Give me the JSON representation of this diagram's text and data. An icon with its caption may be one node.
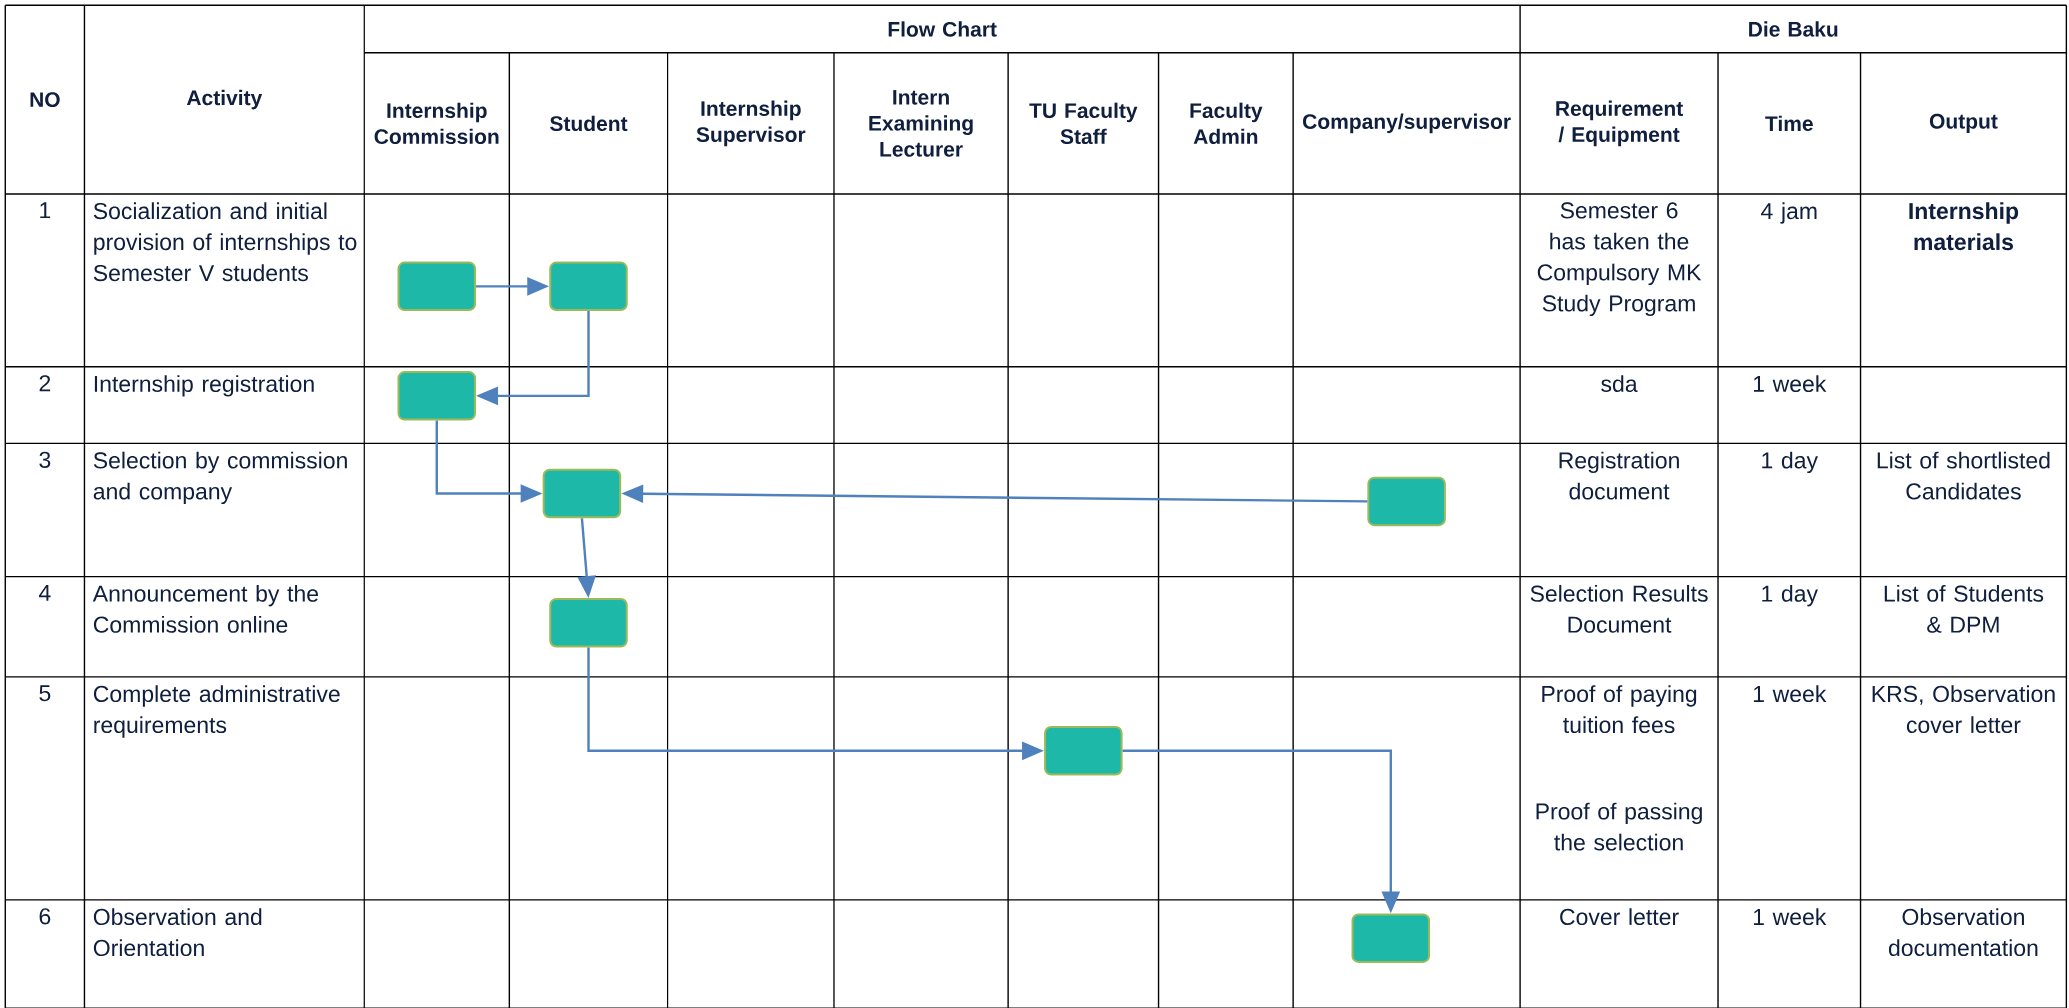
{
  "diagram": {
    "nodes": [
      {
        "text": [],
        "shape": "box"
      },
      {
        "text": [],
        "shape": "box"
      },
      {
        "text": [],
        "shape": "box"
      },
      {
        "text": [],
        "shape": "box"
      },
      {
        "text": [],
        "shape": "box"
      },
      {
        "text": [],
        "shape": "box"
      },
      {
        "text": [],
        "shape": "box"
      },
      {
        "text": [],
        "shape": "box"
      }
    ],
    "edges": [
      {
        "from": 0,
        "to": 1,
        "arrow": "to"
      },
      {
        "from": 1,
        "to": 2,
        "arrow": "to"
      },
      {
        "from": 2,
        "to": 3,
        "arrow": "to"
      },
      {
        "from": 4,
        "to": 3,
        "arrow": "to"
      },
      {
        "from": 3,
        "to": 5,
        "arrow": "to"
      },
      {
        "from": 5,
        "to": 6,
        "arrow": "to"
      },
      {
        "from": 6,
        "to": 7,
        "arrow": "to"
      }
    ],
    "labels": [
      "NO",
      "Activity",
      "Flow Chart",
      "Die Baku",
      "Internship Commission",
      "Student",
      "Internship Supervisor",
      "Intern Examining Lecturer",
      "TU Faculty Staff",
      "Faculty Admin",
      "Company/supervisor",
      "Requirement / Equipment",
      "Time",
      "Output",
      "1",
      "Socialization and initial provision of internships to Semester V students",
      "Semester 6 has taken the Compulsory MK Study Program",
      "4 jam",
      "Internship materials",
      "2",
      "Internship registration",
      "sda",
      "1 week",
      "3",
      "Selection by commission and company",
      "Registration document",
      "1 day",
      "List of shortlisted Candidates",
      "4",
      "Announcement by the Commission online",
      "Selection Results Document",
      "1 day",
      "List of Students & DPM",
      "5",
      "Complete administrative requirements",
      "Proof of paying tuition fees",
      "Proof of passing the selection",
      "1 week",
      "KRS, Observation cover letter",
      "6",
      "Observation and Orientation",
      "Cover letter",
      "1 week",
      "Observation documentation"
    ]
  }
}
